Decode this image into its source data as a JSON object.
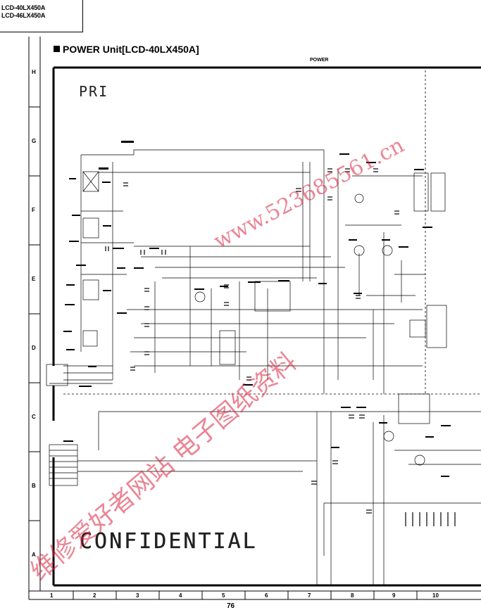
{
  "header": {
    "models": [
      "LCD-40LX450A",
      "LCD-46LX450A"
    ],
    "title": "POWER Unit[LCD-40LX450A]"
  },
  "schematic": {
    "sheet_label": "POWER",
    "primary_label": "PRI",
    "confidential_label": "CONFIDENTIAL",
    "rows": [
      "H",
      "G",
      "F",
      "E",
      "D",
      "C",
      "B",
      "A"
    ],
    "columns": [
      "1",
      "2",
      "3",
      "4",
      "5",
      "6",
      "7",
      "8",
      "9",
      "10"
    ]
  },
  "watermarks": {
    "url": "www.523685561.cn",
    "cn_text": "维修爱好者网站 电子图纸资料"
  },
  "footer": {
    "page_number": "76"
  }
}
